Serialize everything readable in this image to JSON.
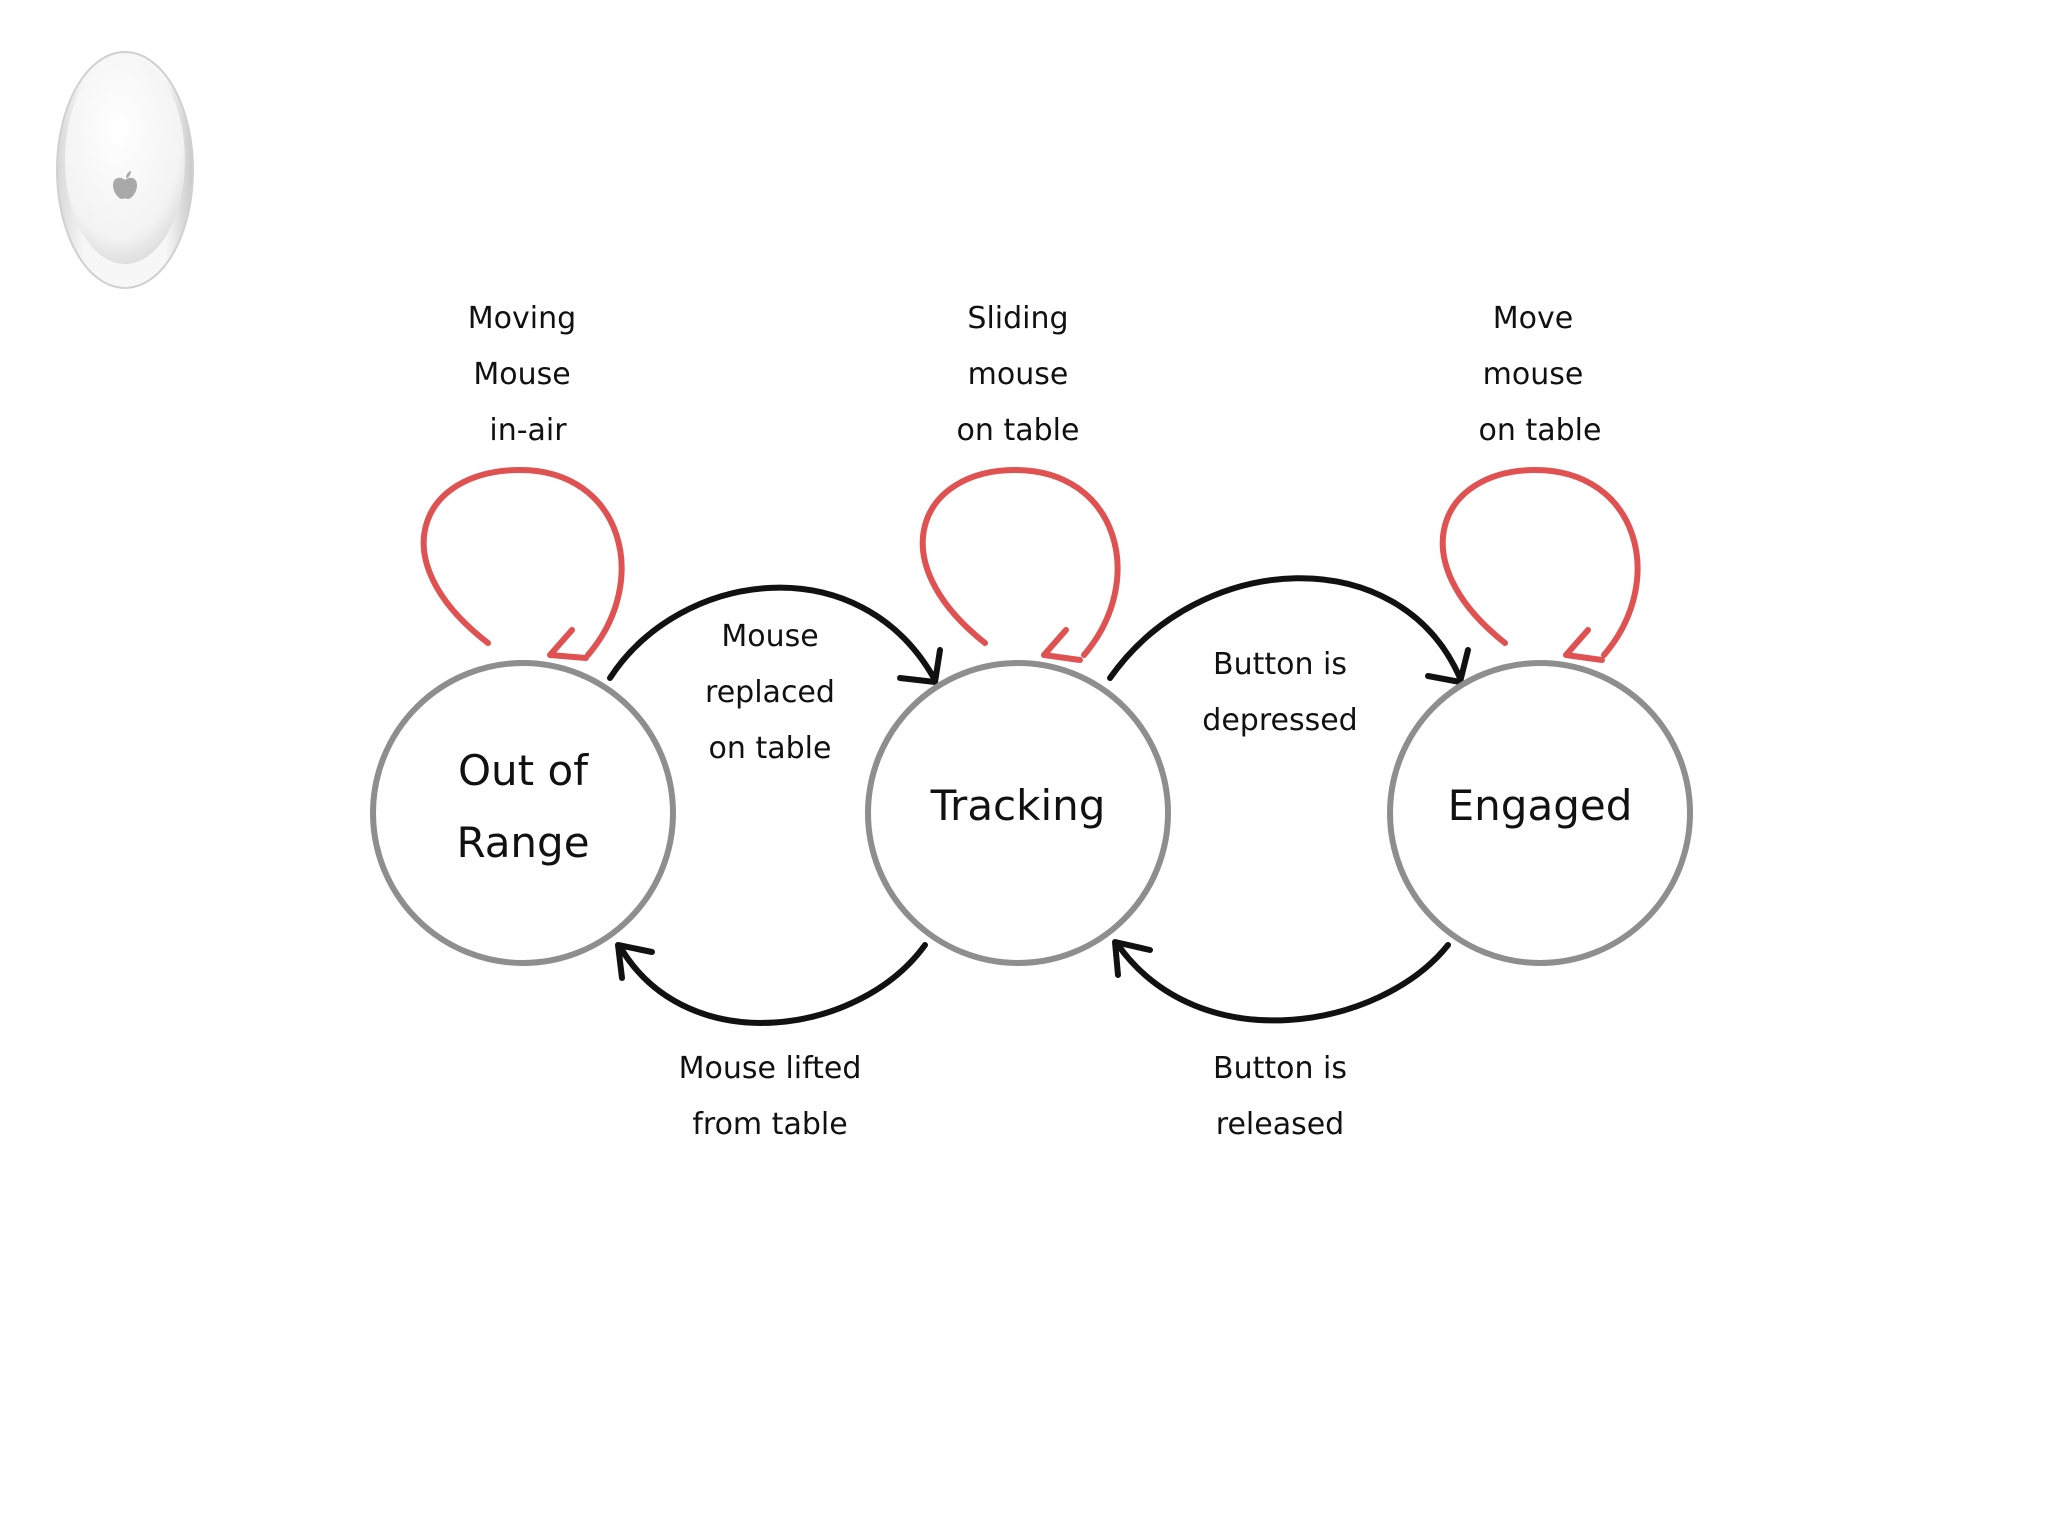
{
  "colors": {
    "background": "#ffffff",
    "state_stroke": "#8e8e8e",
    "transition": "#111111",
    "self_loop": "#e05252",
    "text": "#111111"
  },
  "mouse_image": {
    "icon": "apple-mouse-icon"
  },
  "states": [
    {
      "id": "out_of_range",
      "lines": [
        "Out of",
        "Range"
      ]
    },
    {
      "id": "tracking",
      "lines": [
        "Tracking"
      ]
    },
    {
      "id": "engaged",
      "lines": [
        "Engaged"
      ]
    }
  ],
  "self_loops": [
    {
      "state": "out_of_range",
      "lines": [
        "Moving",
        "Mouse",
        "in-air"
      ]
    },
    {
      "state": "tracking",
      "lines": [
        "Sliding",
        "mouse",
        "on table"
      ]
    },
    {
      "state": "engaged",
      "lines": [
        "Move",
        "mouse",
        "on table"
      ]
    }
  ],
  "transitions": [
    {
      "from": "out_of_range",
      "to": "tracking",
      "lines": [
        "Mouse",
        "replaced",
        "on table"
      ]
    },
    {
      "from": "tracking",
      "to": "engaged",
      "lines": [
        "Button is",
        "depressed"
      ]
    },
    {
      "from": "tracking",
      "to": "out_of_range",
      "lines": [
        "Mouse lifted",
        "from table"
      ]
    },
    {
      "from": "engaged",
      "to": "tracking",
      "lines": [
        "Button is",
        "released"
      ]
    }
  ]
}
